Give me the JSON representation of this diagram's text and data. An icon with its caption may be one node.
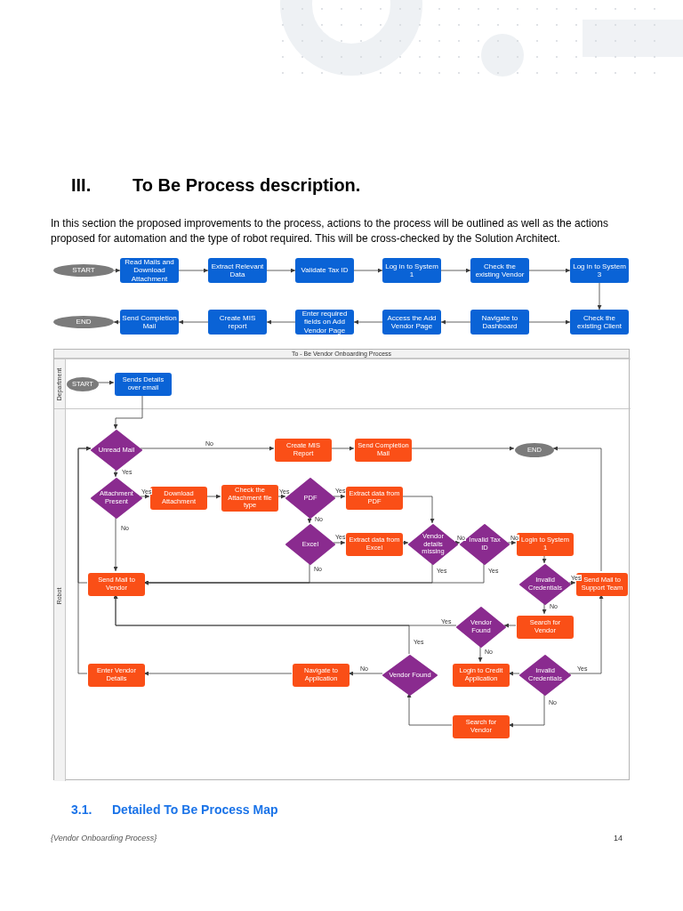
{
  "diagram": {
    "nodes": [
      {
        "text": [
          "START"
        ]
      },
      {
        "text": [
          "Read Mails and Download Attachment"
        ]
      },
      {
        "text": [
          "Extract Relevant Data"
        ]
      },
      {
        "text": [
          "Validate Tax ID"
        ]
      },
      {
        "text": [
          "Log in to System 1"
        ]
      },
      {
        "text": [
          "Check the existing Vendor"
        ]
      },
      {
        "text": [
          "Log in to System 3"
        ]
      },
      {
        "text": [
          "END"
        ]
      },
      {
        "text": [
          "Send Completion Mail"
        ]
      },
      {
        "text": [
          "Create MIS report"
        ]
      },
      {
        "text": [
          "Enter required fields on Add Vendor Page"
        ]
      },
      {
        "text": [
          "Access the Add Vendor Page"
        ]
      },
      {
        "text": [
          "Navigate to Dashboard"
        ]
      },
      {
        "text": [
          "Check the existing Client"
        ]
      },
      {
        "text": [
          "To - Be Vendor Onboarding Process"
        ]
      },
      {
        "text": [
          "Department"
        ],
        "in": 14
      },
      {
        "text": [
          "Robot"
        ],
        "in": 14
      },
      {
        "text": [
          "START"
        ],
        "in": 15
      },
      {
        "text": [
          "Sends Details over email"
        ],
        "in": 15
      },
      {
        "text": [
          "Unread Mail"
        ],
        "in": 16
      },
      {
        "text": [
          "Create MIS Report"
        ],
        "in": 16
      },
      {
        "text": [
          "Send Completion Mail"
        ],
        "in": 16
      },
      {
        "text": [
          "END"
        ],
        "in": 16
      },
      {
        "text": [
          "Attachment Present"
        ],
        "in": 16
      },
      {
        "text": [
          "Download Attachment"
        ],
        "in": 16
      },
      {
        "text": [
          "Check the Attachment file type"
        ],
        "in": 16
      },
      {
        "text": [
          "PDF"
        ],
        "in": 16
      },
      {
        "text": [
          "Extract data from PDF"
        ],
        "in": 16
      },
      {
        "text": [
          "Excel"
        ],
        "in": 16
      },
      {
        "text": [
          "Extract data from Excel"
        ],
        "in": 16
      },
      {
        "text": [
          "Vendor details missing"
        ],
        "in": 16
      },
      {
        "text": [
          "Invalid Tax ID"
        ],
        "in": 16
      },
      {
        "text": [
          "Login to System 1"
        ],
        "in": 16
      },
      {
        "text": [
          "Send Mail to Vendor"
        ],
        "in": 16
      },
      {
        "text": [
          "Invalid Credentials"
        ],
        "in": 16
      },
      {
        "text": [
          "Send Mail to Support Team"
        ],
        "in": 16
      },
      {
        "text": [
          "Vendor Found"
        ],
        "in": 16
      },
      {
        "text": [
          "Search for Vendor"
        ],
        "in": 16
      },
      {
        "text": [
          "Enter Vendor Details"
        ],
        "in": 16
      },
      {
        "text": [
          "Navigate to Application"
        ],
        "in": 16
      },
      {
        "text": [
          "Vendor Found"
        ],
        "in": 16
      },
      {
        "text": [
          "Login to Credit Application"
        ],
        "in": 16
      },
      {
        "text": [
          "Invalid Credentials"
        ],
        "in": 16
      },
      {
        "text": [
          "Search for Vendor"
        ],
        "in": 16
      }
    ],
    "edges": [
      {
        "from": 0,
        "to": 1,
        "arrow": "to"
      },
      {
        "from": 1,
        "to": 2,
        "arrow": "to"
      },
      {
        "from": 2,
        "to": 3,
        "arrow": "to"
      },
      {
        "from": 3,
        "to": 4,
        "arrow": "to"
      },
      {
        "from": 4,
        "to": 5,
        "arrow": "to"
      },
      {
        "from": 5,
        "to": 6,
        "arrow": "to"
      },
      {
        "from": 6,
        "to": 13,
        "arrow": "to"
      },
      {
        "from": 12,
        "to": 13,
        "arrow": "to"
      },
      {
        "from": 12,
        "to": 11,
        "arrow": "to"
      },
      {
        "from": 11,
        "to": 10,
        "arrow": "to"
      },
      {
        "from": 10,
        "to": 9,
        "arrow": "to"
      },
      {
        "from": 9,
        "to": 8,
        "arrow": "to"
      },
      {
        "from": 8,
        "to": 7,
        "arrow": "to"
      },
      {
        "from": 17,
        "to": 18,
        "arrow": "to"
      },
      {
        "from": 18,
        "to": 19,
        "arrow": "to"
      },
      {
        "from": 19,
        "to": 20,
        "arrow": "to",
        "label": "No"
      },
      {
        "from": 20,
        "to": 21,
        "arrow": "to"
      },
      {
        "from": 21,
        "to": 22,
        "arrow": "to"
      },
      {
        "from": 19,
        "to": 23,
        "arrow": "to",
        "label": "Yes"
      },
      {
        "from": 23,
        "to": 24,
        "arrow": "to",
        "label": "Yes"
      },
      {
        "from": 24,
        "to": 25,
        "arrow": "to"
      },
      {
        "from": 25,
        "to": 26,
        "arrow": "to",
        "label": "Yes"
      },
      {
        "from": 26,
        "to": 27,
        "arrow": "to",
        "label": "Yes"
      },
      {
        "from": 26,
        "to": 28,
        "arrow": "to",
        "label": "No"
      },
      {
        "from": 28,
        "to": 29,
        "arrow": "to",
        "label": "Yes"
      },
      {
        "from": 27,
        "to": 30,
        "arrow": "to"
      },
      {
        "from": 29,
        "to": 30,
        "arrow": "to"
      },
      {
        "from": 30,
        "to": 31,
        "arrow": "to",
        "label": "No"
      },
      {
        "from": 31,
        "to": 32,
        "arrow": "to",
        "label": "No"
      },
      {
        "from": 23,
        "to": 33,
        "arrow": "to",
        "label": "No"
      },
      {
        "from": 28,
        "to": 33,
        "arrow": "to",
        "label": "No"
      },
      {
        "from": 30,
        "to": 33,
        "arrow": "to",
        "label": "Yes"
      },
      {
        "from": 31,
        "to": 33,
        "arrow": "to",
        "label": "Yes"
      },
      {
        "from": 33,
        "to": 19,
        "arrow": "to"
      },
      {
        "from": 38,
        "to": 19,
        "arrow": "to"
      },
      {
        "from": 32,
        "to": 34,
        "arrow": "to"
      },
      {
        "from": 34,
        "to": 35,
        "arrow": "to",
        "label": "Yes"
      },
      {
        "from": 34,
        "to": 37,
        "arrow": "to",
        "label": "No"
      },
      {
        "from": 35,
        "to": 22,
        "arrow": "to"
      },
      {
        "from": 37,
        "to": 36,
        "arrow": "to"
      },
      {
        "from": 36,
        "to": 33,
        "arrow": "to",
        "label": "Yes"
      },
      {
        "from": 36,
        "to": 41,
        "arrow": "to",
        "label": "No"
      },
      {
        "from": 40,
        "to": 33,
        "arrow": "to",
        "label": "Yes"
      },
      {
        "from": 40,
        "to": 39,
        "arrow": "to",
        "label": "No"
      },
      {
        "from": 39,
        "to": 38,
        "arrow": "to"
      },
      {
        "from": 42,
        "to": 41,
        "arrow": "to"
      },
      {
        "from": 42,
        "to": 35,
        "arrow": "to",
        "label": "Yes"
      },
      {
        "from": 42,
        "to": 43,
        "arrow": "to",
        "label": "No"
      },
      {
        "from": 43,
        "to": 40,
        "arrow": "to"
      }
    ],
    "labels": [
      "III.",
      "To Be Process description.",
      "In this section the proposed improvements to the process, actions to the process will be outlined as well as the actions proposed for automation and the type of robot required. This will be cross-checked by the Solution Architect.",
      "3.1.",
      "Detailed To Be Process Map",
      "{Vendor Onboarding Process}",
      "14"
    ]
  }
}
